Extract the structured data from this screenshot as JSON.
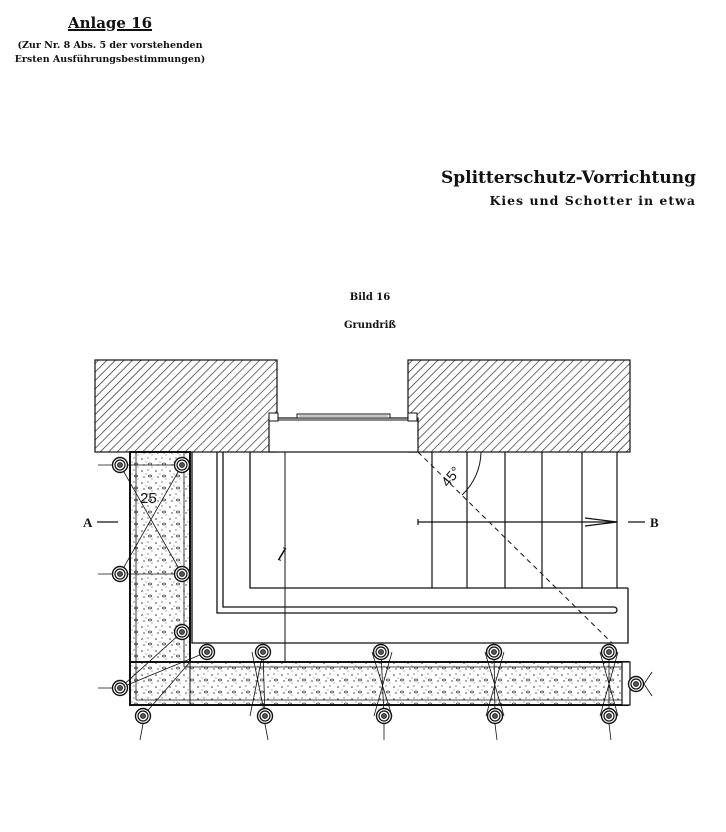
{
  "header": {
    "annex_title": "Anlage 16",
    "annex_ref_line1": "(Zur Nr. 8 Abs. 5 der vorstehenden",
    "annex_ref_line2": "Ersten Ausführungsbestimmungen)"
  },
  "document": {
    "title": "Splitterschutz-Vorrichtung",
    "subtitle": "Kies und Schotter in etwa"
  },
  "figure": {
    "number": "Bild 16",
    "caption": "Grundriß",
    "labels": {
      "section_start": "A",
      "section_end": "B",
      "thickness": "25",
      "angle": "45°",
      "length": "l"
    }
  }
}
